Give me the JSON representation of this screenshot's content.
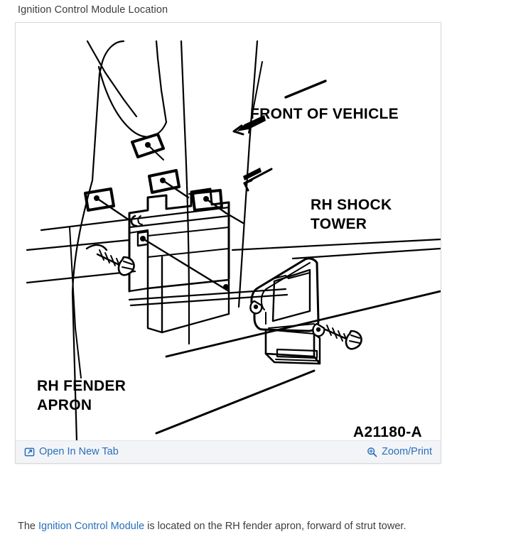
{
  "page": {
    "title": "Ignition Control Module Location"
  },
  "figure": {
    "alt": "Exploded line drawing of ignition control module mounted on RH fender apron",
    "diagram_code": "A21180-A",
    "labels": {
      "front_of_vehicle": "FRONT OF VEHICLE",
      "rh_shock_tower_line1": "RH SHOCK",
      "rh_shock_tower_line2": "TOWER",
      "rh_fender_apron_line1": "RH FENDER",
      "rh_fender_apron_line2": "APRON"
    },
    "actions": {
      "open_new_tab": {
        "label": "Open In New Tab",
        "icon": "external-link-icon"
      },
      "zoom_print": {
        "label": "Zoom/Print",
        "icon": "magnifier-plus-icon"
      }
    }
  },
  "caption": {
    "lead": "The ",
    "link_text": "Ignition Control Module",
    "tail": " is located on the RH fender apron, forward of strut tower."
  },
  "colors": {
    "link": "#2a6ebb",
    "text": "#3d3d3d",
    "panel_border": "#d8d8d8",
    "footer_bg": "#f3f4f8",
    "diagram_ink": "#000000"
  }
}
